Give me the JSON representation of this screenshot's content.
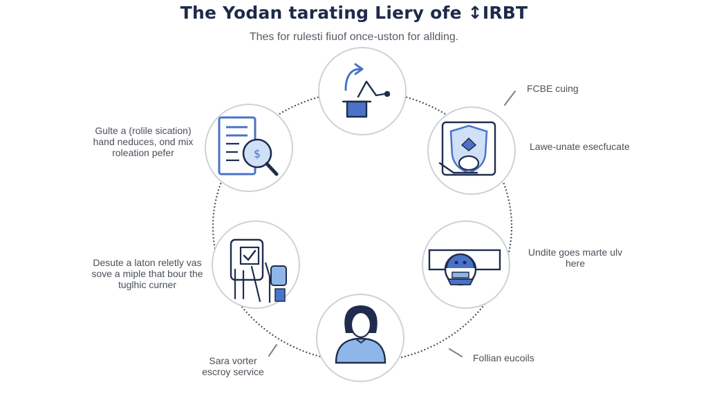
{
  "title": "The Yodan tarating Liery ofe ↕IRBT",
  "subtitle": "Thes for rulesti fiuof once-uston for allding.",
  "colors": {
    "accent": "#4a72c9",
    "dark": "#1f2c4d",
    "light_fill": "#8fb6e8",
    "ring": "#4a4f5a",
    "label": "#4a4f58"
  },
  "nodes": [
    {
      "icon": "workflow-arrow-icon"
    },
    {
      "icon": "shield-lock-icon"
    },
    {
      "icon": "id-card-device-icon"
    },
    {
      "icon": "user-avatar-icon"
    },
    {
      "icon": "phone-hand-check-icon"
    },
    {
      "icon": "document-search-icon"
    }
  ],
  "labels": {
    "top_right": [
      "FCBE cuing"
    ],
    "right_upper": [
      "Lawe-unate esecfucate"
    ],
    "right_lower": [
      "Undite goes marte ulv",
      "here"
    ],
    "bottom_right": [
      "Follian eucoils"
    ],
    "bottom_left": [
      "Sara vorter",
      "escroy service"
    ],
    "left_lower": [
      "Desute a laton reletly vas",
      "sove a miple that bour the",
      "tuglhic curner"
    ],
    "left_upper": [
      "Gulte a (rolile sication)",
      "hand neduces, ond mix",
      "roleation pefer"
    ]
  }
}
